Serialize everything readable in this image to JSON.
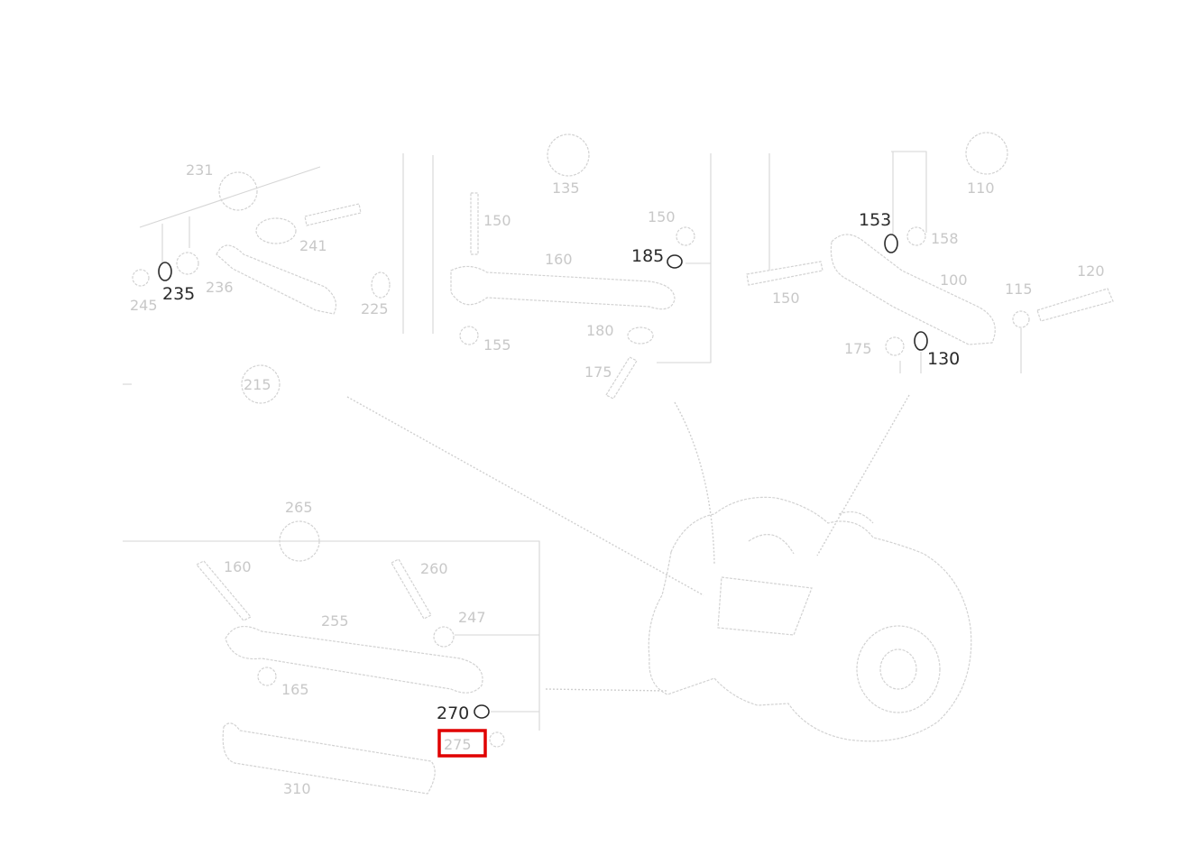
{
  "diagram": {
    "highlight_color": "#e00000",
    "labels": {
      "c231": "231",
      "l245": "245",
      "l235": "235",
      "l236": "236",
      "l241": "241",
      "l225": "225",
      "c135": "135",
      "l150top": "150",
      "l150r": "150",
      "l185": "185",
      "l160": "160",
      "l180": "180",
      "l155": "155",
      "l175a": "175",
      "c110": "110",
      "l153": "153",
      "l158": "158",
      "l100": "100",
      "l150c": "150",
      "l120": "120",
      "l115": "115",
      "l175b": "175",
      "l130": "130",
      "c215": "215",
      "c265": "265",
      "l160b": "160",
      "l260": "260",
      "l247": "247",
      "l255": "255",
      "l165": "165",
      "l270": "270",
      "l275": "275",
      "l310": "310"
    }
  }
}
